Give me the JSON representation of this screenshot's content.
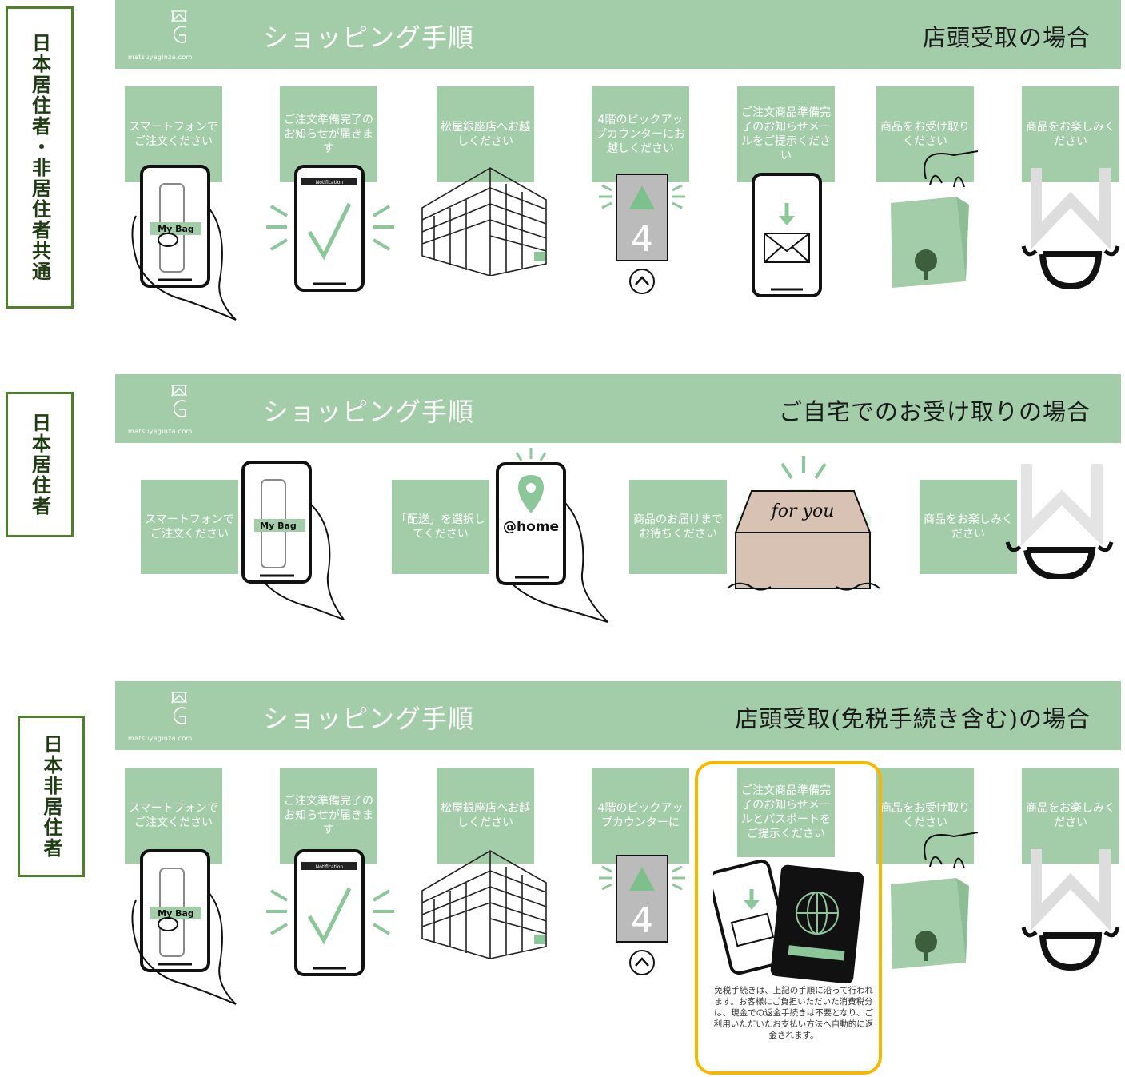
{
  "side_labels": [
    "日本居住者・非居住者共通",
    "日本居住者",
    "日本非居住者"
  ],
  "logo_text": "matsuyaginza.com",
  "sections": [
    {
      "title": "ショッピング手順",
      "subtitle": "店頭受取の場合",
      "steps": [
        "スマートフォンでご注文ください",
        "ご注文準備完了のお知らせが届きます",
        "松屋銀座店へお越しください",
        "4階のピックアップカウンターにお越しください",
        "ご注文商品準備完了のお知らせメールをご提示ください",
        "商品をお受け取りください",
        "商品をお楽しみください"
      ]
    },
    {
      "title": "ショッピング手順",
      "subtitle": "ご自宅でのお受け取りの場合",
      "steps": [
        "スマートフォンでご注文ください",
        "「配送」を選択してください",
        "商品のお届けまでお待ちください",
        "商品をお楽しみください"
      ]
    },
    {
      "title": "ショッピング手順",
      "subtitle": "店頭受取(免税手続き含む)の場合",
      "steps": [
        "スマートフォンでご注文ください",
        "ご注文準備完了のお知らせが届きます",
        "松屋銀座店へお越しください",
        "4階のピックアップカウンターに",
        "ご注文商品準備完了のお知らせメールとパスポートをご提示ください",
        "商品をお受け取りください",
        "商品をお楽しみください"
      ]
    }
  ],
  "phone_labels": {
    "my_bag": "My Bag",
    "notification": "Notification",
    "at_home": "@home",
    "for_you": "for you",
    "floor": "4"
  },
  "tax_note": "免税手続きは、上記の手順に沿って行われます。お客様にご負担いただいた消費税分は、現金での返金手続きは不要となり、ご利用いただいたお支払い方法へ自動的に返金されます。",
  "colors": {
    "banner": "#a3cda9",
    "side_border": "#4f7f2b",
    "highlight": "#f5b800",
    "ink": "#1a1a1a"
  }
}
